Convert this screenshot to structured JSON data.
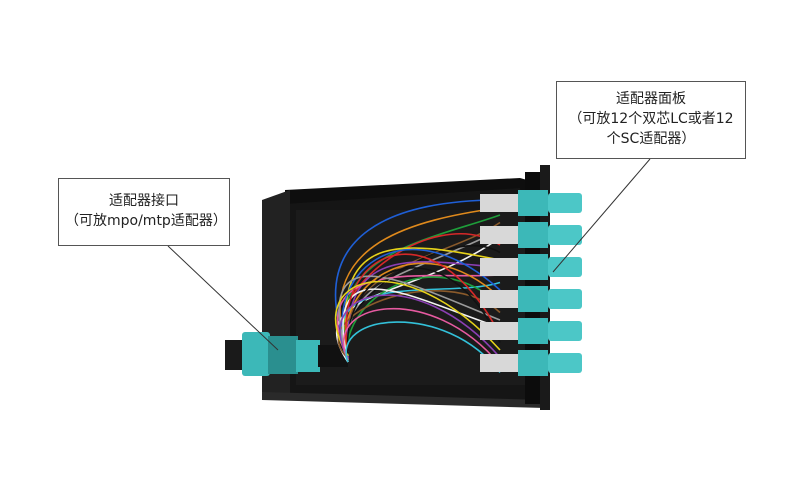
{
  "callouts": {
    "left": {
      "line1": "适配器接口",
      "line2": "（可放mpo/mtp适配器）"
    },
    "right": {
      "line1": "适配器面板",
      "line2": "（可放12个双芯LC或者12",
      "line3": "个SC适配器）"
    }
  },
  "colors": {
    "box": "#1a1a1a",
    "adapter": "#3cb8b8",
    "fiber_colors": [
      "#1f5fd6",
      "#e08a1c",
      "#1e9e3a",
      "#8a5a2b",
      "#9a9a9a",
      "#f2f2f2",
      "#d62828",
      "#111111",
      "#e6d21a",
      "#8b3fb3",
      "#e65aa0",
      "#33c1d9"
    ]
  }
}
